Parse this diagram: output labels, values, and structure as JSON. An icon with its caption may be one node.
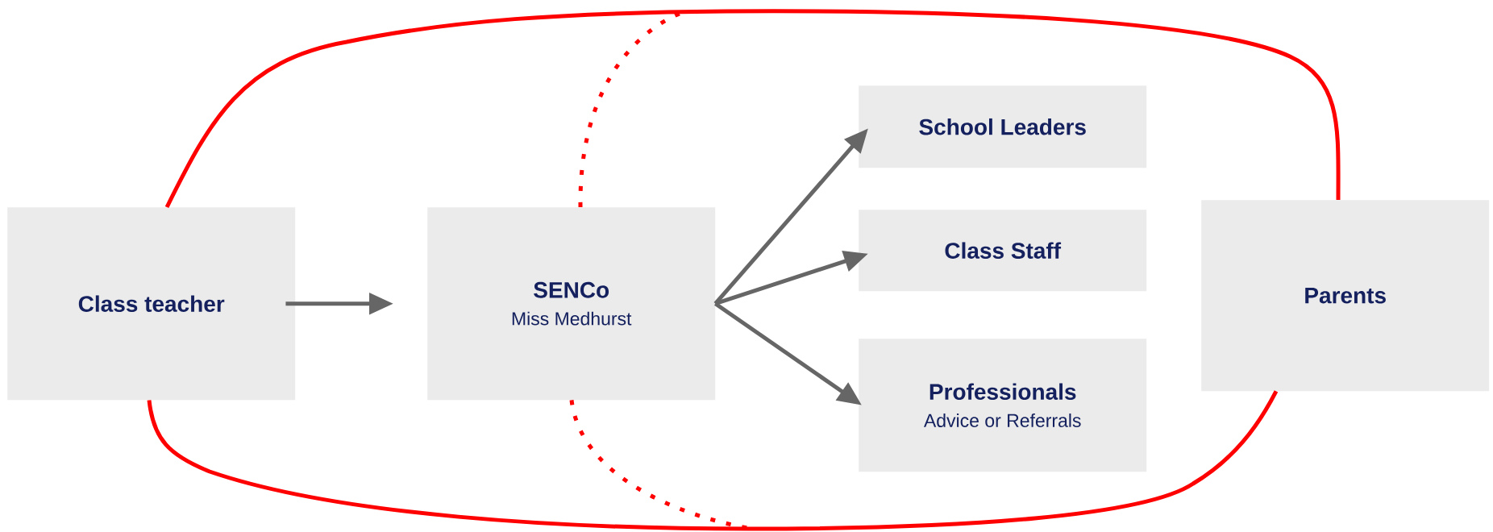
{
  "diagram": {
    "nodes": [
      {
        "text": [
          "Class teacher"
        ]
      },
      {
        "text": [
          "SENCo",
          "Miss Medhurst"
        ]
      },
      {
        "text": [
          "School Leaders"
        ]
      },
      {
        "text": [
          "Class Staff"
        ]
      },
      {
        "text": [
          "Professionals",
          "Advice or Referrals"
        ]
      },
      {
        "text": [
          "Parents"
        ]
      }
    ],
    "edges": [
      {
        "from": 0,
        "to": 1,
        "arrow": "to"
      },
      {
        "from": 1,
        "to": 2,
        "arrow": "to"
      },
      {
        "from": 1,
        "to": 3,
        "arrow": "to"
      },
      {
        "from": 1,
        "to": 4,
        "arrow": "to"
      },
      {
        "from": 0,
        "to": 5,
        "arrow": "none",
        "color": "#ff0000"
      },
      {
        "from": 0,
        "to": 5,
        "arrow": "none",
        "color": "#ff0000"
      },
      {
        "from": 1,
        "to": null,
        "arrow": "none",
        "style": "dashed",
        "color": "#ff0000"
      },
      {
        "from": 1,
        "to": null,
        "arrow": "none",
        "style": "dashed",
        "color": "#ff0000"
      }
    ]
  }
}
